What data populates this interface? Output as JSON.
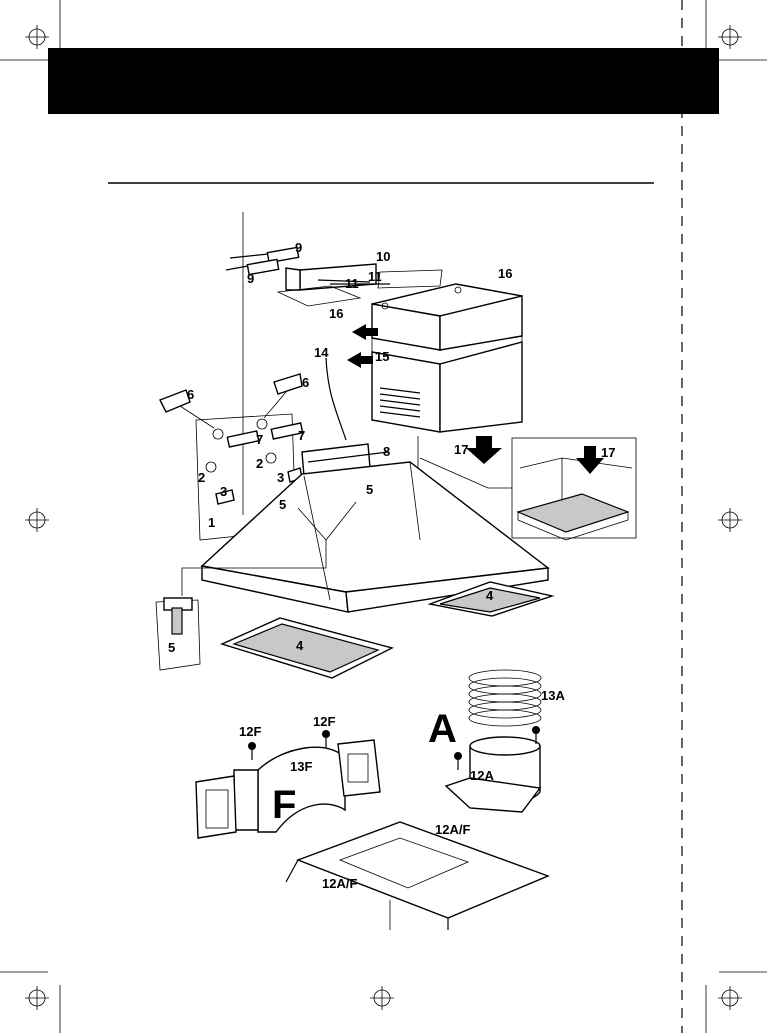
{
  "colors": {
    "banner": "#000000",
    "filter_fill": "#c8c8c8",
    "line": "#000000",
    "background": "#ffffff"
  },
  "diagram": {
    "callouts": {
      "c1": "1",
      "c2a": "2",
      "c2b": "2",
      "c3a": "3",
      "c3b": "3",
      "c4a": "4",
      "c4b": "4",
      "c5a": "5",
      "c5b": "5",
      "c5c": "5",
      "c6a": "6",
      "c6b": "6",
      "c7a": "7",
      "c7b": "7",
      "c8": "8",
      "c9a": "9",
      "c9b": "9",
      "c10": "10",
      "c11a": "11",
      "c11b": "11",
      "c12F_a": "12F",
      "c12F_b": "12F",
      "c12A": "12A",
      "c12AF_a": "12A/F",
      "c12AF_b": "12A/F",
      "c13A": "13A",
      "c13F": "13F",
      "c14": "14",
      "c15": "15",
      "c16a": "16",
      "c16b": "16",
      "c17a": "17",
      "c17b": "17"
    },
    "big_letters": {
      "A": "A",
      "F": "F"
    }
  }
}
